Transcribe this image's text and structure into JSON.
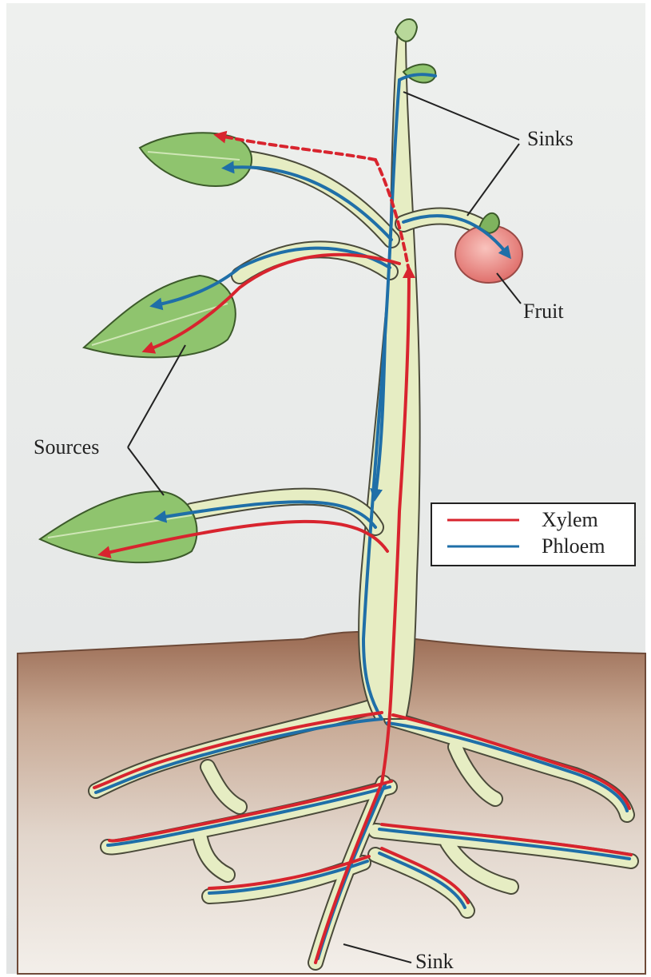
{
  "labels": {
    "sinks": "Sinks",
    "fruit": "Fruit",
    "sources": "Sources",
    "sink": "Sink"
  },
  "legend": {
    "xylem": "Xylem",
    "phloem": "Phloem"
  },
  "colors": {
    "xylem": "#d8242e",
    "phloem": "#1f6fa8",
    "stem_fill": "#e6edc3",
    "leaf_fill": "#8fc46e",
    "soil_top": "#9a6a52",
    "fruit_fill": "#ee8a86"
  }
}
